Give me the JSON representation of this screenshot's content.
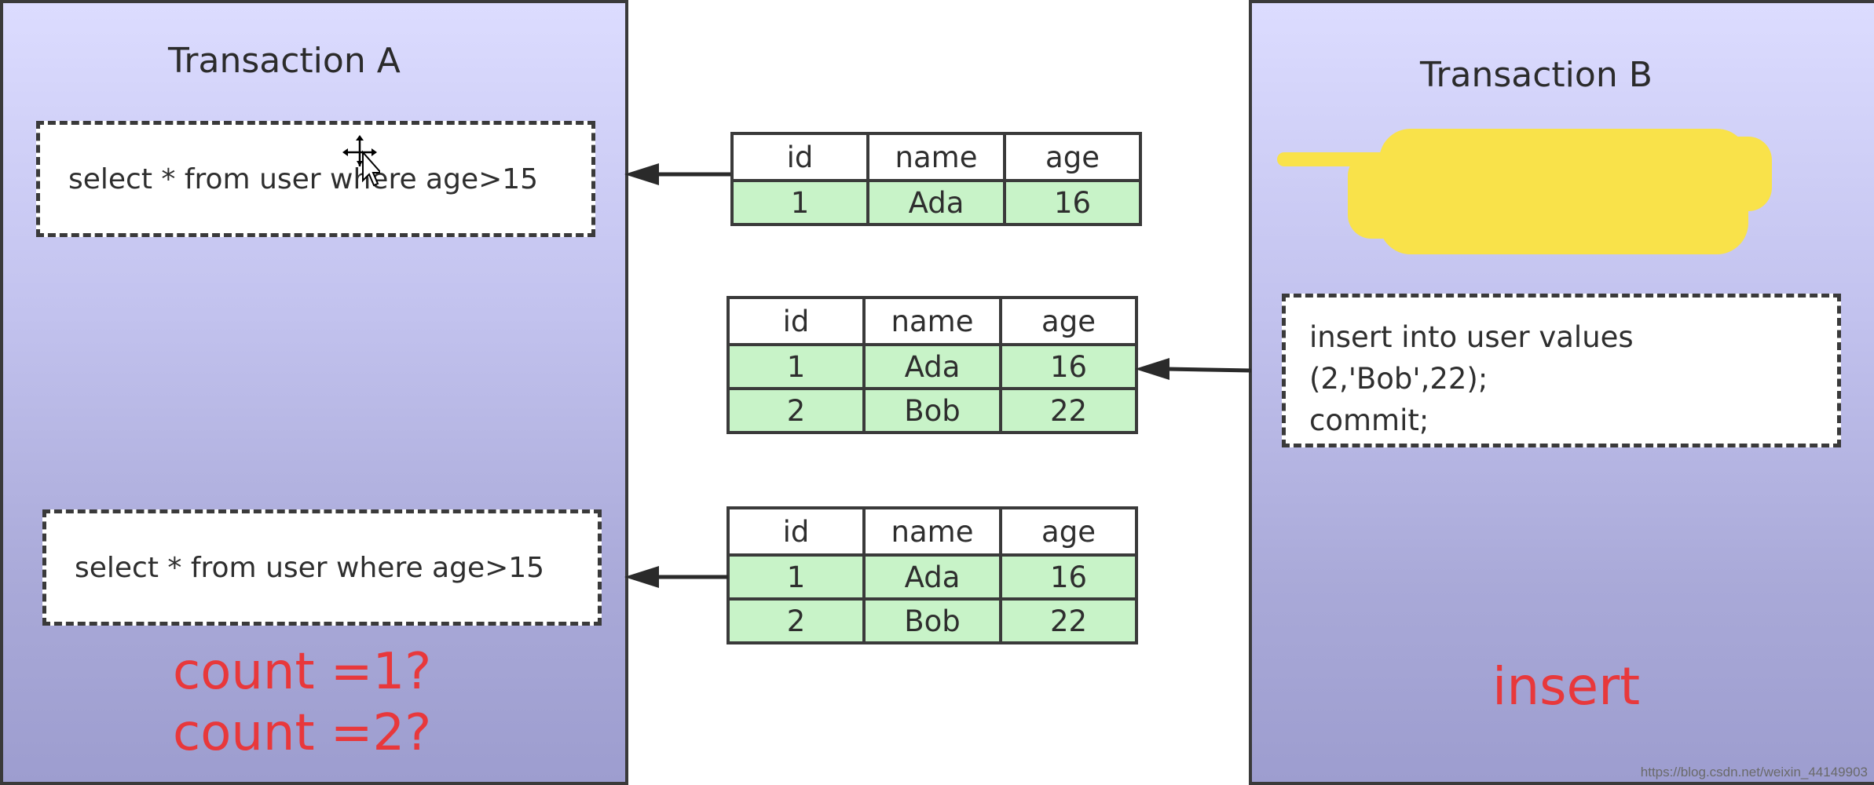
{
  "transaction_a": {
    "title": "Transaction A",
    "query_1": "select * from user where age>15",
    "query_2": "select * from user where age>15",
    "question_1": "count =1?",
    "question_2": "count =2?"
  },
  "transaction_b": {
    "title": "Transaction B",
    "sql_line_1": "insert into user values",
    "sql_line_2": "(2,'Bob',22);",
    "sql_line_3": "commit;",
    "action": "insert",
    "highlight_color": "#f9e24a"
  },
  "tables": {
    "headers": [
      "id",
      "name",
      "age"
    ],
    "table_1": [
      [
        "1",
        "Ada",
        "16"
      ]
    ],
    "table_2": [
      [
        "1",
        "Ada",
        "16"
      ],
      [
        "2",
        "Bob",
        "22"
      ]
    ],
    "table_3": [
      [
        "1",
        "Ada",
        "16"
      ],
      [
        "2",
        "Bob",
        "22"
      ]
    ]
  },
  "colors": {
    "panel_gradient_top": "#dcdcff",
    "panel_gradient_bottom": "#9d9dcf",
    "table_row_fill": "#c8f3c8",
    "accent_red": "#e8383b"
  },
  "icons": {
    "cursor": "move-cursor-icon"
  },
  "footer": {
    "source": "https://blog.csdn.net/weixin_44149903"
  }
}
